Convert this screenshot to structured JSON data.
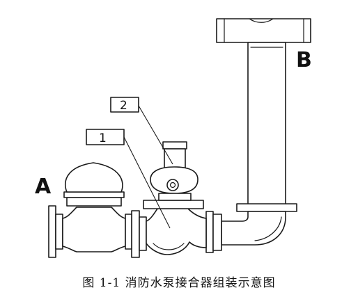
{
  "diagram": {
    "label_a": "A",
    "label_b": "B",
    "tag_1": "1",
    "tag_2": "2"
  },
  "caption": "图 1-1  消防水泵接合器组装示意图"
}
